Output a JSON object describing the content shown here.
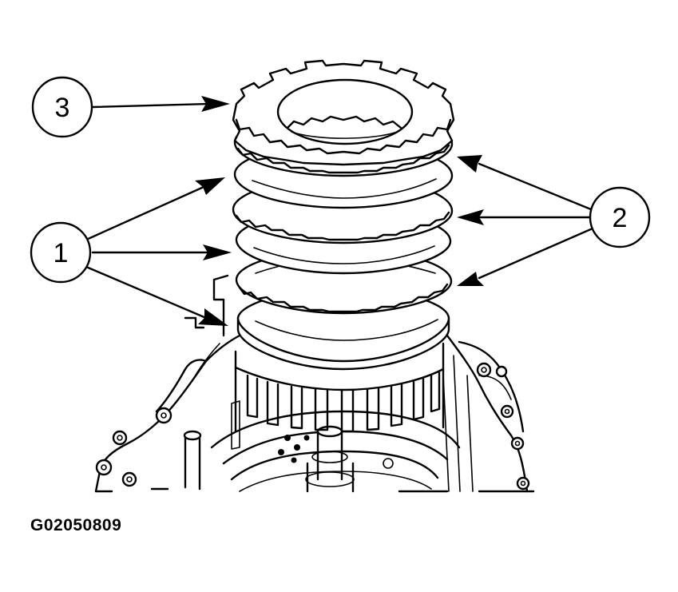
{
  "figure": {
    "id_label": "G02050809",
    "callouts": [
      {
        "number": "1"
      },
      {
        "number": "2"
      },
      {
        "number": "3"
      }
    ],
    "ink_color": "#000000",
    "background_color": "#ffffff"
  }
}
